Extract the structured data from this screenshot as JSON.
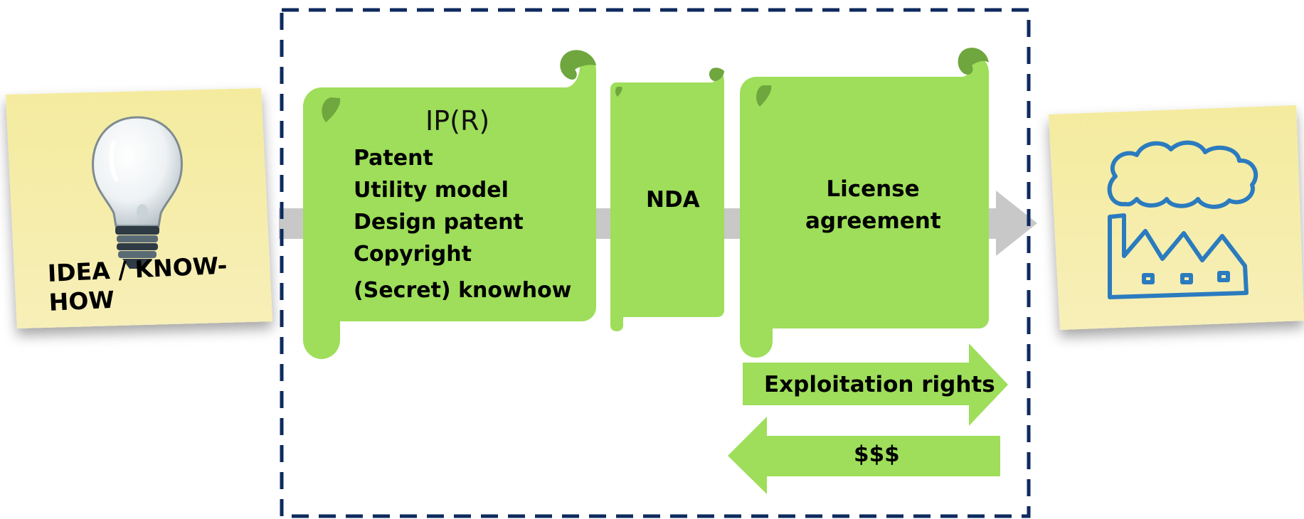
{
  "idea_note": {
    "label": "IDEA / KNOW-HOW",
    "line1": "IDEA / KNOW-",
    "line2": "HOW"
  },
  "ip_scroll": {
    "title": "IP(R)",
    "items": [
      "Patent",
      "Utility model",
      "Design patent",
      "Copyright",
      "(Secret) knowhow"
    ]
  },
  "nda_scroll": {
    "label": "NDA"
  },
  "license_scroll": {
    "line1": "License",
    "line2": "agreement"
  },
  "arrow_right": {
    "label": "Exploitation rights"
  },
  "arrow_left": {
    "label": "$$$"
  },
  "colors": {
    "scroll_green": "#9ede5a",
    "scroll_curl": "#6fa63e",
    "dashed_border": "#0e2a5e",
    "flow_arrow": "#c8c8c8",
    "note_yellow": "#f7efaa",
    "factory_icon": "#2b7bbf"
  },
  "icons": {
    "idea": "light-bulb-icon",
    "factory": "factory-icon"
  }
}
